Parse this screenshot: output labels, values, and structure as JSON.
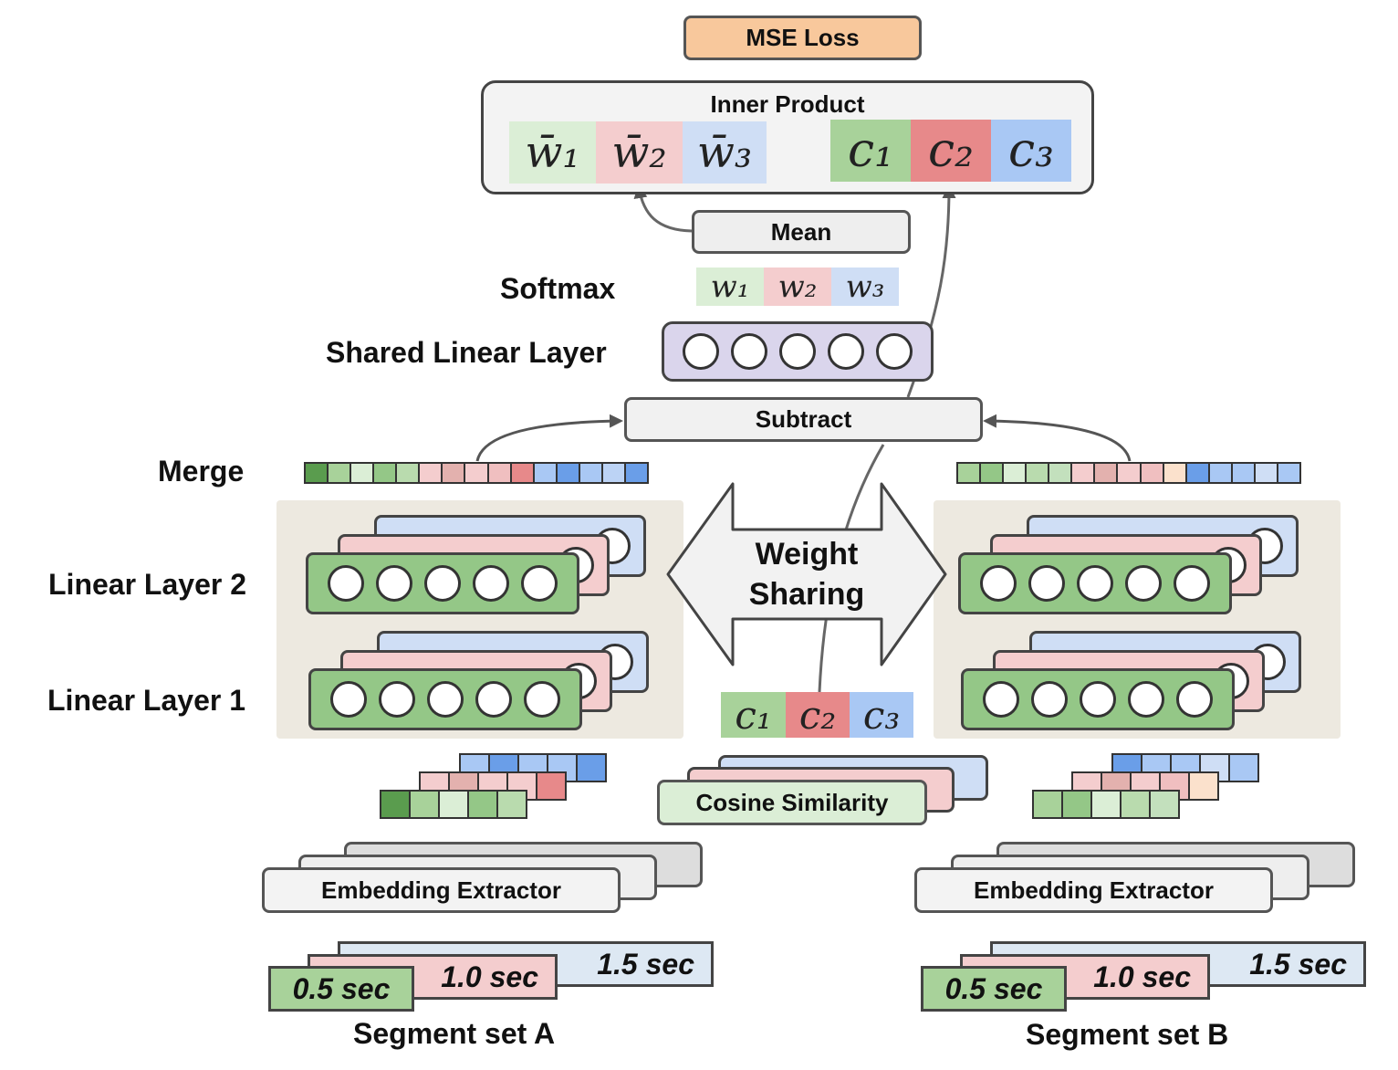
{
  "loss": {
    "label": "MSE Loss",
    "color": "#f8c89c"
  },
  "inner_product": {
    "label": "Inner Product",
    "w_bar": [
      "w̄₁",
      "w̄₂",
      "w̄₃"
    ],
    "c": [
      "c₁",
      "c₂",
      "c₃"
    ]
  },
  "mean": {
    "label": "Mean"
  },
  "softmax": {
    "label": "Softmax",
    "weights": [
      "w₁",
      "w₂",
      "w₃"
    ]
  },
  "shared_linear": {
    "label": "Shared Linear Layer"
  },
  "subtract": {
    "label": "Subtract"
  },
  "merge": {
    "label": "Merge"
  },
  "linear_layer_2": {
    "label": "Linear Layer 2"
  },
  "linear_layer_1": {
    "label": "Linear Layer 1"
  },
  "weight_sharing": {
    "line1": "Weight",
    "line2": "Sharing"
  },
  "cosine": {
    "c": [
      "c₁",
      "c₂",
      "c₃"
    ],
    "label": "Cosine Similarity"
  },
  "extractor_a": {
    "label": "Embedding Extractor"
  },
  "extractor_b": {
    "label": "Embedding Extractor"
  },
  "segments_a": {
    "s05": "0.5 sec",
    "s10": "1.0 sec",
    "s15": "1.5 sec",
    "caption": "Segment set A"
  },
  "segments_b": {
    "s05": "0.5 sec",
    "s10": "1.0 sec",
    "s15": "1.5 sec",
    "caption": "Segment set B"
  },
  "colors": {
    "green": "#c3e0bd",
    "red": "#e8999a",
    "blue": "#a9c8f4",
    "purple": "#dad5ec",
    "gray": "#eeeeee",
    "panel": "#ede9e0"
  }
}
